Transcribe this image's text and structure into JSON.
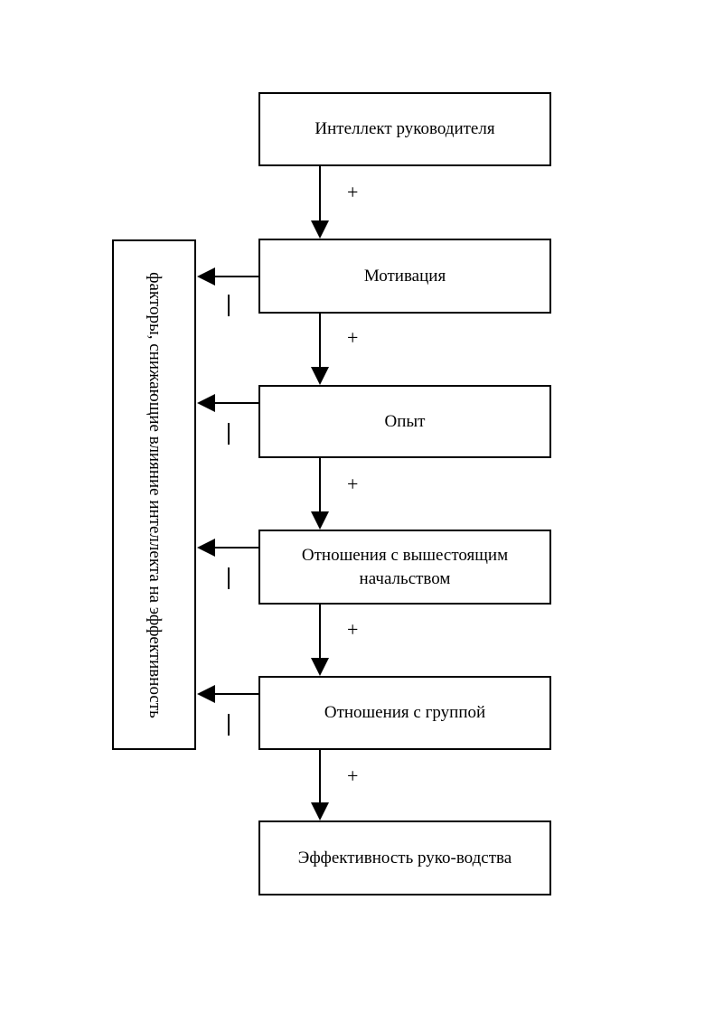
{
  "diagram": {
    "boxes": [
      {
        "id": "intellect",
        "label": "Интеллект руководителя"
      },
      {
        "id": "motivation",
        "label": "Мотивация"
      },
      {
        "id": "experience",
        "label": "Опыт"
      },
      {
        "id": "superiors",
        "label": "Отношения с вышестоящим начальством"
      },
      {
        "id": "group",
        "label": "Отношения с группой"
      },
      {
        "id": "effectiveness",
        "label": "Эффективность руко-водства"
      }
    ],
    "side_box_label": "факторы, снижающие влияние интеллекта на эффективность",
    "plus_sign": "+",
    "minus_sign": "—"
  }
}
